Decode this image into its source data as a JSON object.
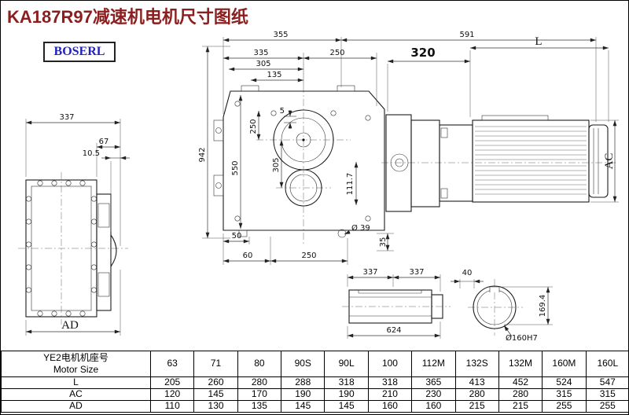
{
  "page": {
    "title": "KA187R97减速机电机尺寸图纸",
    "logo": "BOSERL"
  },
  "dims": {
    "main_top_355": "355",
    "main_top_591": "591",
    "main_335": "335",
    "main_250_top": "250",
    "main_305_top": "305",
    "main_135": "135",
    "main_942": "942",
    "main_550": "550",
    "main_250_left": "250",
    "main_5": "5",
    "main_305_left": "305",
    "main_111_7": "111.7",
    "main_50_left": "50",
    "main_60": "60",
    "main_250_bottom": "250",
    "main_dia39": "Ø 39",
    "main_35": "35",
    "motor_320": "320",
    "motor_L": "L",
    "motor_AC": "AC",
    "left_337": "337",
    "left_67": "67",
    "left_10_5": "10.5",
    "left_AD": "AD",
    "shaft_337_a": "337",
    "shaft_337_b": "337",
    "shaft_40": "40",
    "shaft_624": "624",
    "section_169_4": "169.4",
    "section_dia160": "Ø160H7"
  },
  "table": {
    "header_cn": "YE2电机机座号",
    "header_en": "Motor Size",
    "motor_sizes": [
      "63",
      "71",
      "80",
      "90S",
      "90L",
      "100",
      "112M",
      "132S",
      "132M",
      "160M",
      "160L"
    ],
    "rows": [
      {
        "label": "L",
        "values": [
          "205",
          "260",
          "280",
          "288",
          "318",
          "318",
          "365",
          "413",
          "452",
          "524",
          "547"
        ]
      },
      {
        "label": "AC",
        "values": [
          "120",
          "145",
          "170",
          "190",
          "190",
          "210",
          "230",
          "280",
          "280",
          "315",
          "315"
        ]
      },
      {
        "label": "AD",
        "values": [
          "110",
          "130",
          "135",
          "145",
          "145",
          "160",
          "160",
          "215",
          "215",
          "255",
          "255"
        ]
      }
    ]
  }
}
